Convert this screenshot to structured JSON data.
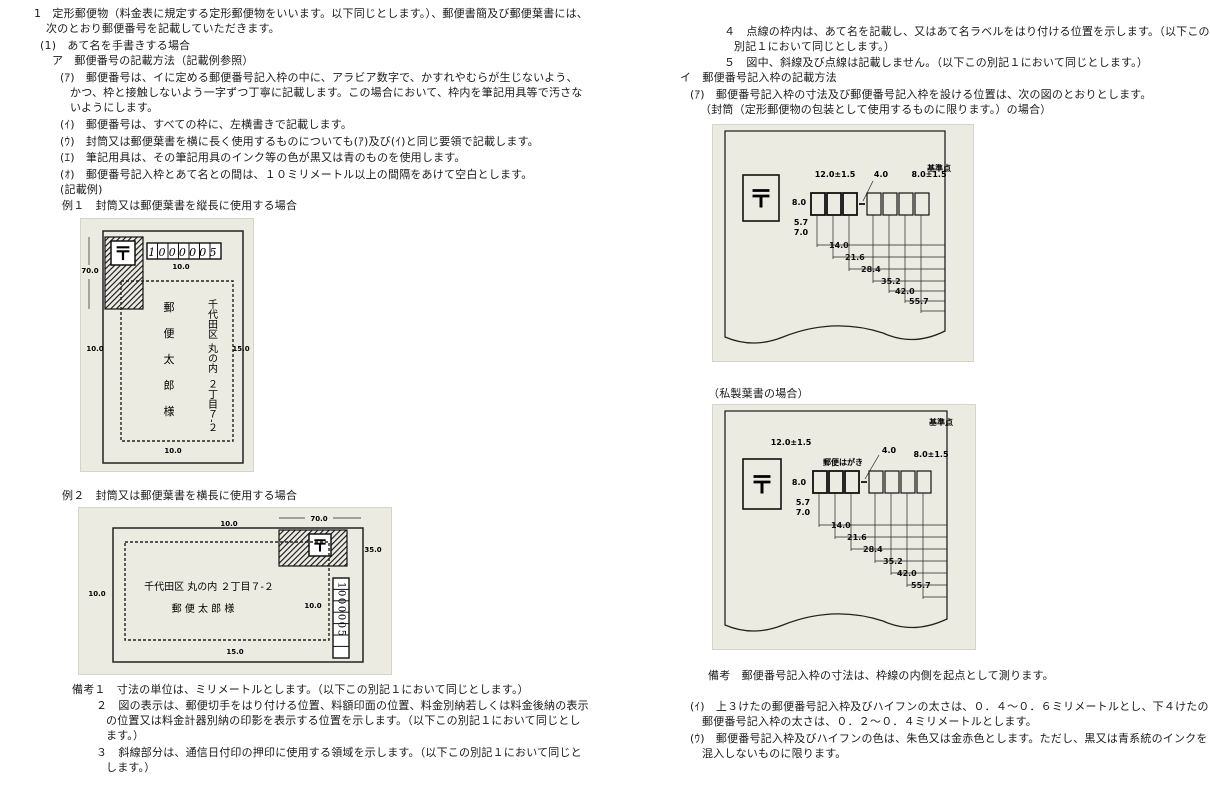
{
  "left": {
    "l1a": "1　定形郵便物（料金表に規定する定形郵便物をいいます。以下同じとします。）、郵便書簡及び郵便葉書には、",
    "l1b": "次のとおり郵便番号を記載していただきます。",
    "l2": "(1)　あて名を手書きする場合",
    "l3": "ア　郵便番号の記載方法（記載例参照）",
    "l4a": "(ｱ)　郵便番号は、イに定める郵便番号記入枠の中に、アラビア数字で、かすれやむらが生じないよう、",
    "l4b": "かつ、枠と接触しないよう一字ずつ丁寧に記載します。この場合において、枠内を筆記用具等で汚さな",
    "l4c": "いようにします。",
    "l5": "(ｲ)　郵便番号は、すべての枠に、左横書きで記載します。",
    "l6": "(ｳ)　封筒又は郵便葉書を横に長く使用するものについても(ｱ)及び(ｲ)と同じ要領で記載します。",
    "l7": "(ｴ)　筆記用具は、その筆記用具のインク等の色が黒又は青のものを使用します。",
    "l8": "(ｵ)　郵便番号記入枠とあて名との間は、１０ミリメートル以上の間隔をあけて空白とします。",
    "l9": "(記載例)",
    "l10": "例１　封筒又は郵便葉書を縦長に使用する場合",
    "l11": "例２　封筒又は郵便葉書を横長に使用する場合",
    "n1": "備考１　寸法の単位は、ミリメートルとします。（以下この別記１において同じとします。）",
    "n2a": "２　図の表示は、郵便切手をはり付ける位置、料額印面の位置、料金別納若しくは料金後納の表示",
    "n2b": "の位置又は料金計器別納の印影を表示する位置を示します。（以下この別記１において同じとし",
    "n2c": "ます。）",
    "n3a": "３　斜線部分は、通信日付印の押印に使用する領域を示します。（以下この別記１において同じと",
    "n3b": "します。）"
  },
  "right": {
    "r1a": "４　点線の枠内は、あて名を記載し、又はあて名ラベルをはり付ける位置を示します。（以下この",
    "r1b": "別記１において同じとします。）",
    "r2": "５　図中、斜線及び点線は記載しません。（以下この別記１において同じとします。）",
    "r3": "イ　郵便番号記入枠の記載方法",
    "r4": "(ｱ)　郵便番号記入枠の寸法及び郵便番号記入枠を設ける位置は、次の図のとおりとします。",
    "r5": "（封筒（定形郵便物の包装として使用するものに限ります。）の場合）",
    "r6": "（私製葉書の場合）",
    "r7": "備考　郵便番号記入枠の寸法は、枠線の内側を起点として測ります。",
    "r8a": "(ｲ)　上３けたの郵便番号記入枠及びハイフンの太さは、０．４～０．６ミリメートルとし、下４けたの",
    "r8b": "郵便番号記入枠の太さは、０．２～０．４ミリメートルとします。",
    "r9a": "(ｳ)　郵便番号記入枠及びハイフンの色は、朱色又は金赤色とします。ただし、黒又は青系統のインクを",
    "r9b": "混入しないものに限ります。"
  },
  "ex1": {
    "postmark": "〒",
    "zip": "1000005",
    "dim_70": "70.0",
    "dim_10_top": "10.0",
    "dim_10_left": "10.0",
    "dim_15_right": "15.0",
    "dim_10_bottom": "10.0",
    "addr1": "千代田区",
    "addr2": "丸の内",
    "addr3": "２丁目７-２",
    "name1": "郵",
    "name2": "便",
    "name3": "太",
    "name4": "郎",
    "name5": "様"
  },
  "ex2": {
    "postmark": "〒",
    "zip": "1000005",
    "dim_70": "70.0",
    "dim_10_top": "10.0",
    "dim_35": "35.0",
    "dim_10_left": "10.0",
    "dim_10_right": "10.0",
    "dim_15_bottom": "15.0",
    "addr": "千代田区 丸の内 ２丁目７-２",
    "name": "郵 便 太 郎 様"
  },
  "diag1": {
    "postmark": "〒",
    "ref": "基準点",
    "d12": "12.0±1.5",
    "d4": "4.0",
    "d8r": "8.0±1.5",
    "d8": "8.0",
    "d57": "5.7",
    "d70": "7.0",
    "d14": "14.0",
    "d216": "21.6",
    "d284": "28.4",
    "d352": "35.2",
    "d42": "42.0",
    "d557": "55.7"
  },
  "diag2": {
    "postmark": "〒",
    "ref": "基準点",
    "label": "郵便はがき",
    "d12": "12.0±1.5",
    "d4": "4.0",
    "d8r": "8.0±1.5",
    "d8": "8.0",
    "d57": "5.7",
    "d70": "7.0",
    "d14": "14.0",
    "d216": "21.6",
    "d284": "28.4",
    "d352": "35.2",
    "d42": "42.0",
    "d557": "55.7"
  }
}
